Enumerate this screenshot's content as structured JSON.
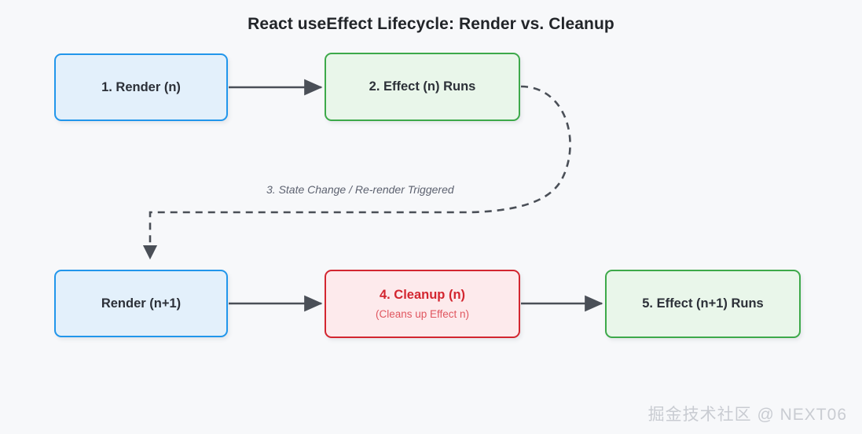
{
  "diagram": {
    "title": "React useEffect Lifecycle: Render vs. Cleanup",
    "background_color": "#f7f8fa",
    "nodes": [
      {
        "id": "render-n",
        "title": "1. Render (n)",
        "subtitle": "",
        "fill": "#e3f0fb",
        "stroke": "#2196eb"
      },
      {
        "id": "effect-n",
        "title": "2. Effect (n) Runs",
        "subtitle": "",
        "fill": "#e9f6ea",
        "stroke": "#3da94a"
      },
      {
        "id": "render-n1",
        "title": "Render (n+1)",
        "subtitle": "",
        "fill": "#e3f0fb",
        "stroke": "#2196eb"
      },
      {
        "id": "cleanup-n",
        "title": "4. Cleanup (n)",
        "subtitle": "(Cleans up Effect n)",
        "fill": "#fdeaec",
        "stroke": "#d32630"
      },
      {
        "id": "effect-n1",
        "title": "5. Effect (n+1) Runs",
        "subtitle": "",
        "fill": "#e9f6ea",
        "stroke": "#3da94a"
      }
    ],
    "edges": [
      {
        "id": "render-n-to-effect-n",
        "from": "render-n",
        "to": "effect-n",
        "style": "solid",
        "label": ""
      },
      {
        "id": "effect-n-to-render-n1",
        "from": "effect-n",
        "to": "render-n1",
        "style": "dashed",
        "label": "3. State Change / Re-render Triggered"
      },
      {
        "id": "render-n1-to-cleanup-n",
        "from": "render-n1",
        "to": "cleanup-n",
        "style": "solid",
        "label": ""
      },
      {
        "id": "cleanup-n-to-effect-n1",
        "from": "cleanup-n",
        "to": "effect-n1",
        "style": "solid",
        "label": ""
      }
    ],
    "edge_color": "#4a4f57",
    "watermark": "掘金技术社区 @ NEXT06"
  }
}
